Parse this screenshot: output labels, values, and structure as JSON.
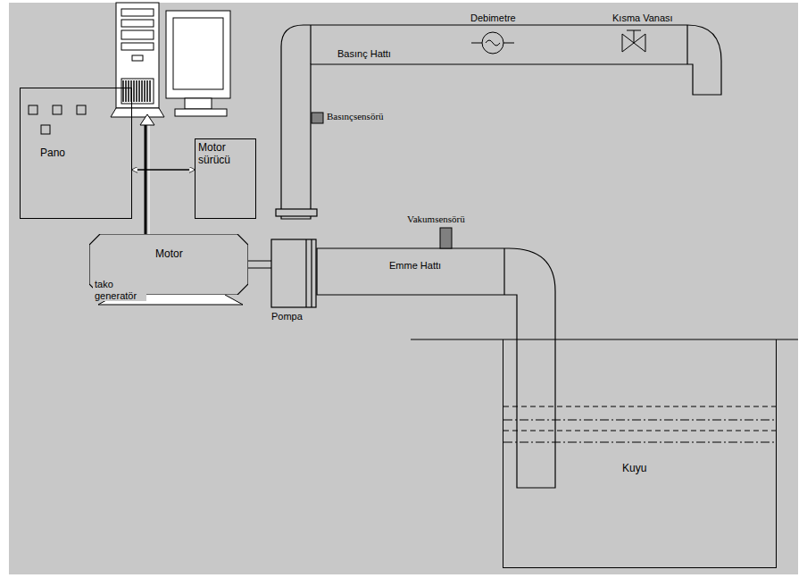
{
  "diagram": {
    "nodes": [
      {
        "text": [
          "Pano"
        ]
      },
      {
        "text": [
          "Motor sürücü"
        ]
      },
      {
        "text": [
          "Motor"
        ]
      },
      {
        "text": [
          "Kuyu"
        ]
      }
    ],
    "edges": [
      {
        "from": 0,
        "to": 1,
        "arrow": "both"
      }
    ],
    "labels": [
      "Basınç Hattı",
      "Debimetre",
      "Kısma Vanası",
      "Basınçsensörü",
      "Vakumsensörü",
      "Emme Hattı",
      "tako generatör",
      "Pompa"
    ]
  }
}
